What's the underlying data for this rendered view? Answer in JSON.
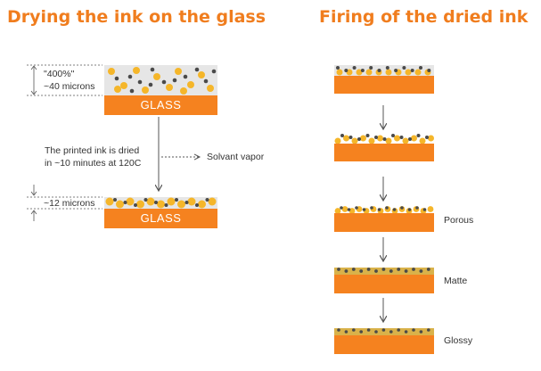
{
  "colors": {
    "title": "#f07d1e",
    "glass": "#f5821f",
    "ink_layer": "#e6e6e6",
    "particle_orange": "#f5b62a",
    "particle_dark": "#4a4a4a",
    "fired_layer": "#d9b24a",
    "arrow": "#555555"
  },
  "drying": {
    "title": "Drying the ink on the glass",
    "glass_label": "GLASS",
    "thickness_wet": "\"400%\"\n~40 microns",
    "description": "The printed ink is dried\nin ~10 minutes at 120C",
    "vapor_label": "Solvant vapor",
    "thickness_dry": "~12 microns"
  },
  "firing": {
    "title": "Firing of the dried ink",
    "stages": [
      {
        "label": ""
      },
      {
        "label": ""
      },
      {
        "label": "Porous"
      },
      {
        "label": "Matte"
      },
      {
        "label": "Glossy"
      }
    ]
  }
}
